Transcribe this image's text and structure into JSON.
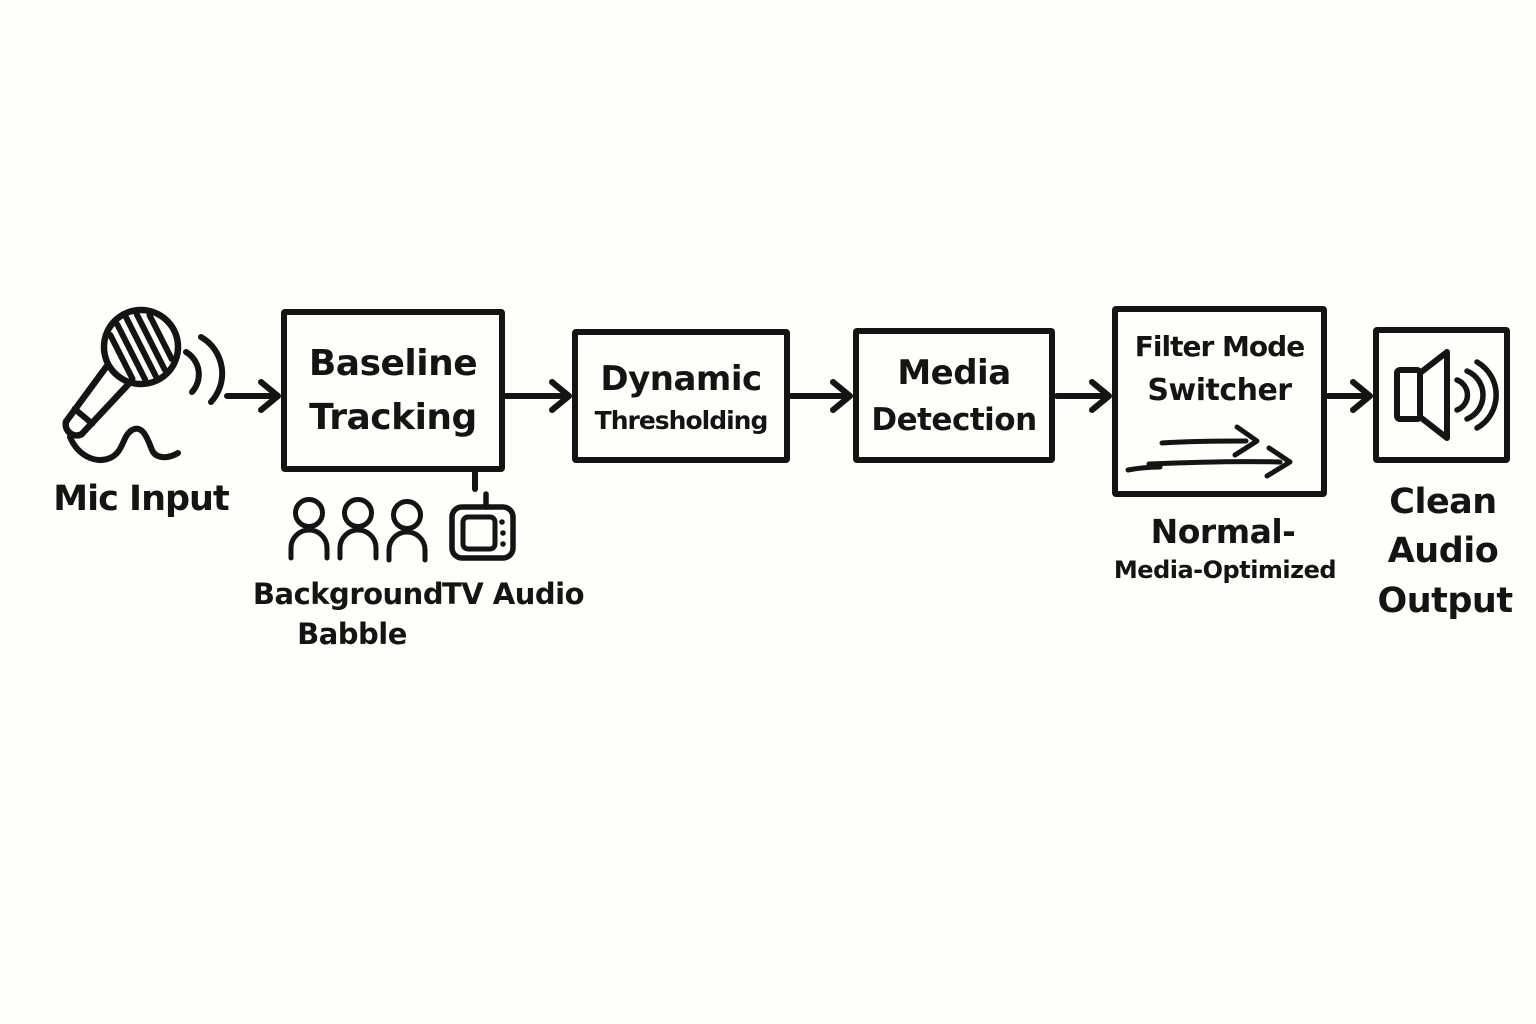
{
  "canvas": {
    "background_color": "#fffefa",
    "stroke_color": "#141414"
  },
  "nodes": {
    "mic_input": {
      "label": "Mic Input",
      "icon": "microphone-icon"
    },
    "baseline_tracking": {
      "line1": "Baseline",
      "line2": "Tracking"
    },
    "dynamic_thresholding": {
      "line1": "Dynamic",
      "line2": "Thresholding"
    },
    "media_detection": {
      "line1": "Media",
      "line2": "Detection"
    },
    "filter_mode_switcher": {
      "line1": "Filter Mode",
      "line2": "Switcher",
      "icon": "mode-switch-arrows-icon",
      "caption_line1": "Normal-",
      "caption_line2": "Media-Optimized"
    },
    "clean_audio_output": {
      "line1": "Clean",
      "line2": "Audio",
      "line3": "Output",
      "icon": "speaker-icon"
    }
  },
  "noise_sources": {
    "background_babble": {
      "line1": "Background",
      "line2": "Babble",
      "icon": "people-icon"
    },
    "tv_audio": {
      "label": "TV Audio",
      "icon": "tv-icon"
    }
  },
  "edges": [
    {
      "from": "mic-input",
      "to": "baseline-tracking"
    },
    {
      "from": "baseline-tracking",
      "to": "dynamic-thresholding"
    },
    {
      "from": "dynamic-thresholding",
      "to": "media-detection"
    },
    {
      "from": "media-detection",
      "to": "filter-mode-switcher"
    },
    {
      "from": "filter-mode-switcher",
      "to": "clean-audio-output"
    },
    {
      "from": "tv-audio",
      "to": "baseline-tracking"
    }
  ]
}
